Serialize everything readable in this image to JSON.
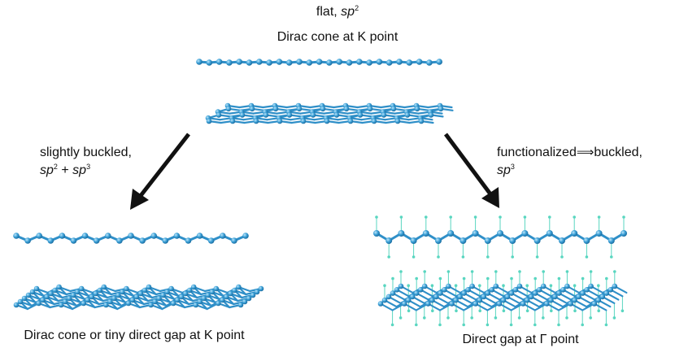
{
  "labels": {
    "top_line1_text": "flat, ",
    "top_line1_sp": "sp",
    "top_line1_sup": "2",
    "top_line2": "Dirac cone at K point",
    "left_line1": "slightly buckled,",
    "left_sp2": "sp",
    "left_sup2": "2",
    "left_plus": " + ",
    "left_sp3": "sp",
    "left_sup3": "3",
    "right_word1": "functionalized",
    "right_arrow": "⟹",
    "right_word2": "buckled,",
    "right_sp3": "sp",
    "right_sup3": "3",
    "bottom_left": "Dirac cone or tiny direct gap at K point",
    "bottom_right": "Direct gap at Γ point"
  },
  "colors": {
    "atom": "#3a9fd6",
    "atom_light": "#9dd6f5",
    "bond": "#2f8fc8",
    "hydrogen": "#59d6c0",
    "arrow": "#111111"
  }
}
